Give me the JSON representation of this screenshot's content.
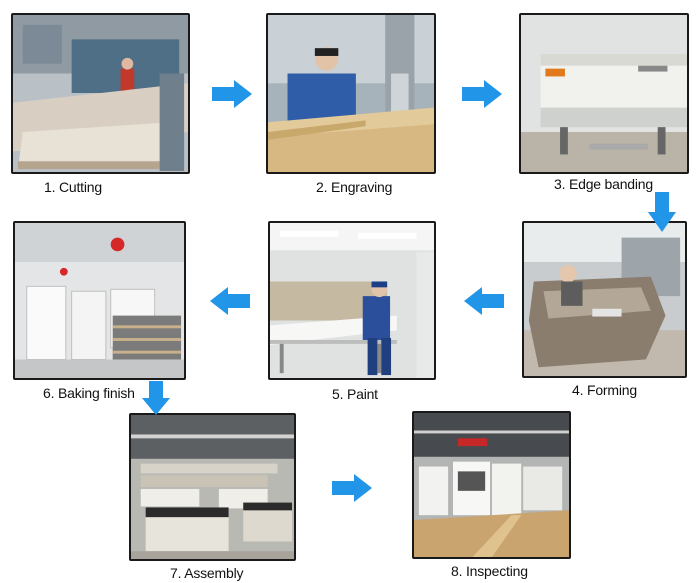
{
  "colors": {
    "arrow": "#2196e8",
    "frame": "#1a1a1a"
  },
  "steps": [
    {
      "label": "1. Cutting",
      "photo": "panel-saw-cutting-photo"
    },
    {
      "label": "2. Engraving",
      "photo": "cnc-engraving-photo"
    },
    {
      "label": "3. Edge banding",
      "photo": "edge-banding-machine-photo"
    },
    {
      "label": "4. Forming",
      "photo": "cabinet-forming-photo"
    },
    {
      "label": "5. Paint",
      "photo": "spray-paint-booth-photo"
    },
    {
      "label": "6. Baking finish",
      "photo": "baking-room-photo"
    },
    {
      "label": "7. Assembly",
      "photo": "assembly-workshop-photo"
    },
    {
      "label": "8. Inspecting",
      "photo": "inspection-hall-photo"
    }
  ],
  "arrows": [
    "arrow-right",
    "arrow-right",
    "arrow-down",
    "arrow-left",
    "arrow-left",
    "arrow-down",
    "arrow-right"
  ]
}
